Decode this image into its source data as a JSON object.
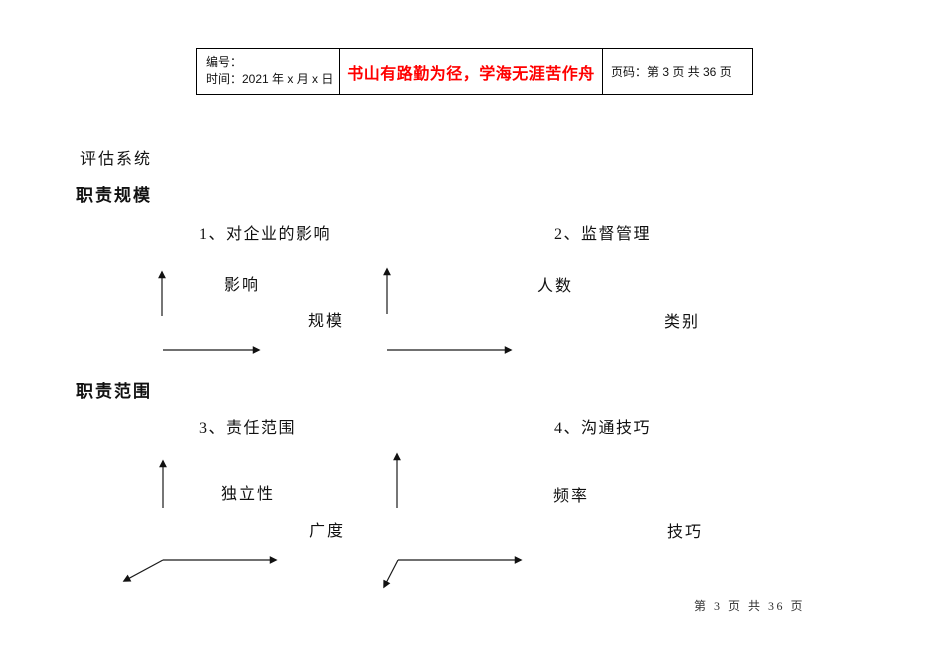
{
  "header": {
    "number_label": "编号：",
    "date_label": "时间：2021 年 x 月 x 日",
    "motto": "书山有路勤为径，学海无涯苦作舟",
    "motto_color": "#ff0000",
    "page_label": "页码：第 3 页 共 36 页"
  },
  "body": {
    "intro": "评估系统",
    "sections": [
      {
        "heading": "职责规模",
        "diagrams": [
          {
            "title": "1、对企业的影响",
            "y_label": "影响",
            "x_label": "规模"
          },
          {
            "title": "2、监督管理",
            "y_label": "人数",
            "x_label": "类别"
          }
        ]
      },
      {
        "heading": "职责范围",
        "diagrams": [
          {
            "title": "3、责任范围",
            "y_label": "独立性",
            "x_label": "广度"
          },
          {
            "title": "4、沟通技巧",
            "y_label": "频率",
            "x_label": "技巧"
          }
        ]
      }
    ]
  },
  "footer": {
    "page_info": "第 3 页 共 36 页"
  },
  "colors": {
    "line": "#1a1a1a",
    "text": "#111111",
    "background": "#ffffff"
  }
}
